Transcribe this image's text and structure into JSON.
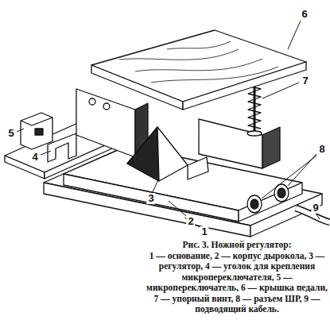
{
  "diagram": {
    "title": "Рис. 3. Ножной регулятор:",
    "caption": "1 — основание, 2 — корпус дырокола, 3 — регулятор, 4 — уголок для крепления микропереключателя, 5 — микропереключатель, 6 — крышка педали, 7 — упорный винт, 8 — разъем ШР, 9 — подводящий кабель.",
    "labels": [
      "6",
      "7",
      "5",
      "4",
      "3",
      "2",
      "1",
      "8",
      "9"
    ]
  }
}
